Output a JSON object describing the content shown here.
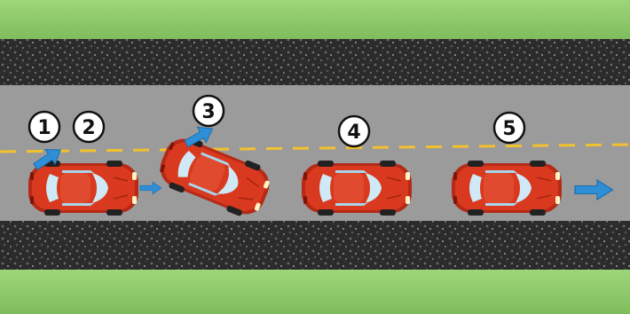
{
  "steps": [
    {
      "label": "1"
    },
    {
      "label": "2"
    },
    {
      "label": "3"
    },
    {
      "label": "4"
    },
    {
      "label": "5"
    }
  ],
  "icons": {
    "car": "red-car-icon",
    "arrow": "blue-direction-arrow-icon"
  },
  "colors": {
    "grass": "#8fca6a",
    "shoulder": "#2e2e2e",
    "road": "#9a9a9a",
    "lane_dash": "#f2c12e",
    "car_body": "#c8321c",
    "car_window": "#bfe3f3",
    "arrow": "#2e8fd6",
    "badge_fill": "#ffffff"
  }
}
